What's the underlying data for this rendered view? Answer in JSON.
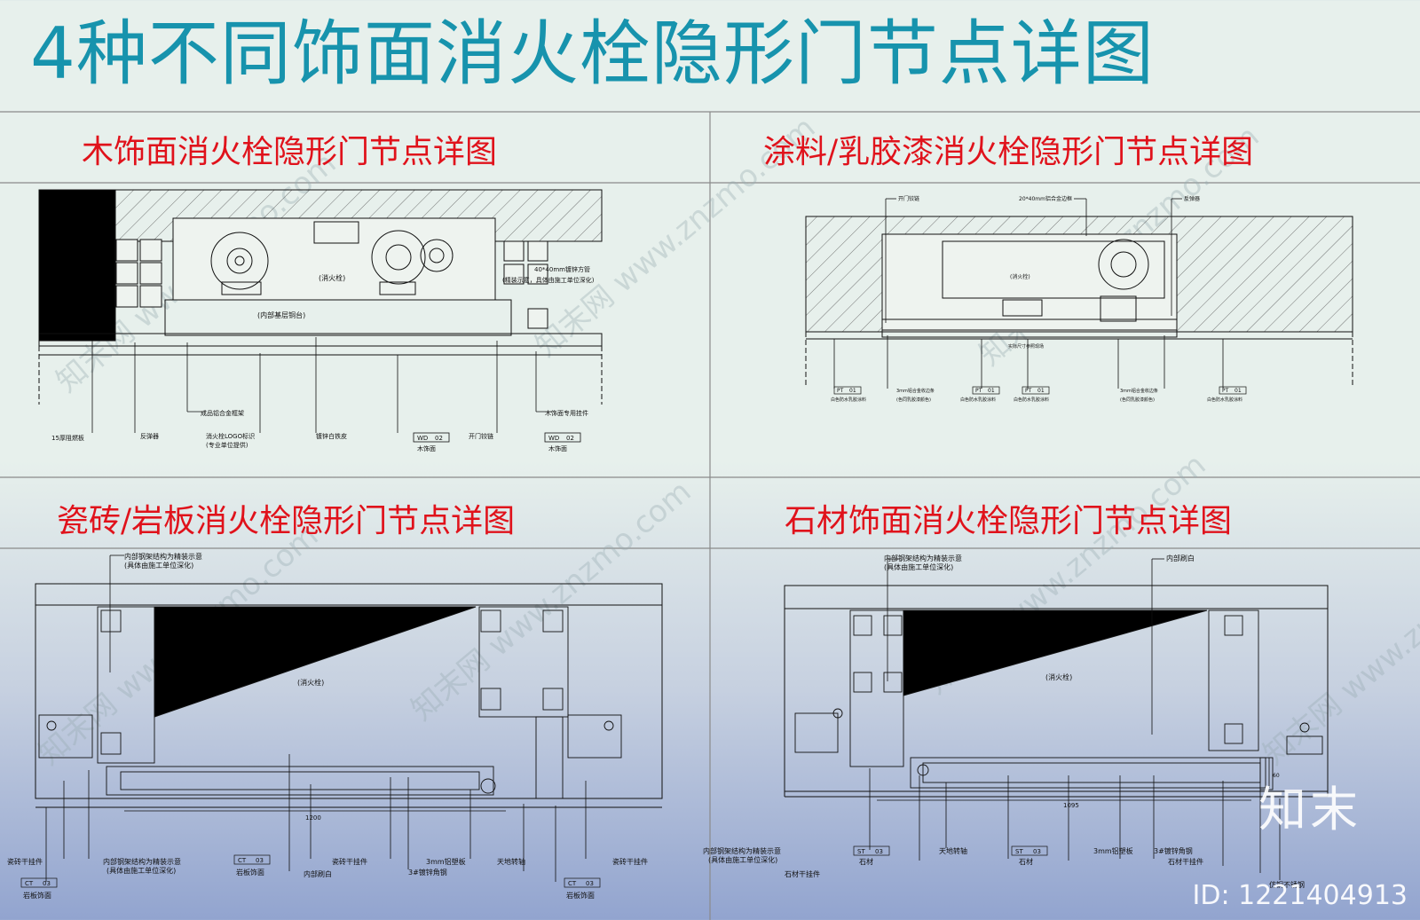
{
  "page": {
    "title": "4种不同饰面消火栓隐形门节点详图",
    "brand": "知末",
    "id_label": "ID: 1221404913",
    "watermark": "知末网 www.znzmo.com"
  },
  "colors": {
    "title": "#1793ad",
    "panel_title": "#e0121b",
    "line": "#111111"
  },
  "panels": [
    {
      "title": "木饰面消火栓隐形门节点详图",
      "labels": {
        "hydrant": "(消火栓)",
        "inner_base": "(内部基层铜台)",
        "pipe_note1": "40*40mm镀锌方管",
        "pipe_note2": "(精装示意，具体由施工单位深化)",
        "aluminum_frame": "成品铝合金框架",
        "wood_hanger": "木饰面专用挂件",
        "plywood": "15厚阻燃板",
        "reflector": "反弹器",
        "logo_mark": "消火栓LOGO标识",
        "logo_note": "(专业单位提供)",
        "galv_iron": "镀锌白铁皮",
        "tag1_code": "WD",
        "tag1_num": "02",
        "tag1_name": "木饰面",
        "hinge": "开门铰链",
        "tag2_code": "WD",
        "tag2_num": "02",
        "tag2_name": "木饰面"
      }
    },
    {
      "title": "涂料/乳胶漆消火栓隐形门节点详图",
      "labels": {
        "hinge": "开门铰链",
        "edge_strip": "20*40mm铝合金边框",
        "reflector": "反弹器",
        "hydrant": "(消火栓)",
        "dimension_note": "实际尺寸参照现场",
        "pt1_code": "PT",
        "pt1_num": "01",
        "pt1_name": "白色防水乳胶涂料",
        "trim1": "3mm铝合金收边条",
        "trim1_note": "(色同乳胶漆颜色)",
        "pt2_code": "PT",
        "pt2_num": "01",
        "pt2_name": "白色防水乳胶涂料",
        "pt3_code": "PT",
        "pt3_num": "01",
        "pt3_name": "白色防水乳胶涂料",
        "trim2": "3mm铝合金收边条",
        "trim2_note": "(色同乳胶漆颜色)",
        "pt4_code": "PT",
        "pt4_num": "01",
        "pt4_name": "白色防水乳胶涂料"
      }
    },
    {
      "title": "瓷砖/岩板消火栓隐形门节点详图",
      "labels": {
        "steel_note": "内部钢架结构为精装示意",
        "steel_note2": "(具体由施工单位深化)",
        "hydrant": "(消火栓)",
        "dim": "1200",
        "tile_hanger_left": "瓷砖干挂件",
        "steel_bottom": "内部钢架结构为精装示意",
        "steel_bottom2": "(具体由施工单位深化)",
        "ct1_code": "CT",
        "ct1_num": "03",
        "ct1_name": "岩板饰面",
        "tile_hanger_mid": "瓷砖干挂件",
        "paint_inner": "内部刷白",
        "alu_plastic": "3mm铝塑板",
        "angle_steel": "3#镀锌角钢",
        "pivot": "天地转轴",
        "tile_hanger_right": "瓷砖干挂件",
        "ct2_code": "CT",
        "ct2_num": "03",
        "ct2_name": "岩板饰面",
        "ct3_code": "CT",
        "ct3_num": "03",
        "ct3_name": "岩板饰面"
      }
    },
    {
      "title": "石材饰面消火栓隐形门节点详图",
      "labels": {
        "steel_note": "内部钢架结构为精装示意",
        "steel_note2": "(具体由施工单位深化)",
        "paint_inner": "内部刷白",
        "hydrant": "(消火栓)",
        "dim": "1095",
        "dim_small": "60",
        "steel_bottom": "内部钢架结构为精装示意",
        "steel_bottom2": "(具体由施工单位深化)",
        "pivot": "天地转轴",
        "st1_code": "ST",
        "st1_num": "03",
        "st1_name": "石材",
        "alu_plastic": "3mm铝塑板",
        "angle_steel": "3#镀锌角钢",
        "st2_code": "ST",
        "st2_num": "03",
        "st2_name": "石材",
        "stone_hanger": "石材干挂件",
        "stone_hanger2": "石材干挂件",
        "ss": "仿铜不锈钢"
      }
    }
  ]
}
